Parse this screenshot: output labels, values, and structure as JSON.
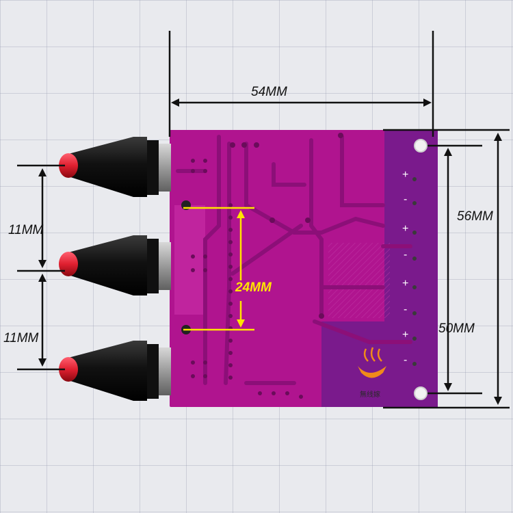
{
  "dimensions": {
    "board_width": "54MM",
    "board_height": "56MM",
    "mount_hole_spacing": "50MM",
    "knob_spacing_top": "11MM",
    "knob_spacing_bottom": "11MM",
    "center_hole_spacing": "24MM"
  },
  "terminal_signs": [
    "+",
    "-",
    "+",
    "-",
    "+",
    "-",
    "+",
    "-"
  ],
  "logo": {
    "text": "無线嫁"
  },
  "colors": {
    "pcb": "#b0148f",
    "pcb_dark": "#8c0f78",
    "pcb_purple": "#7a1a8c",
    "knob_body": "#1a1a1a",
    "knob_tip": "#e02030",
    "annotation": "#111111",
    "annotation_highlight": "#ffe600"
  },
  "icons": [
    "rotary-knob-icon",
    "steam-cup-logo-icon"
  ]
}
